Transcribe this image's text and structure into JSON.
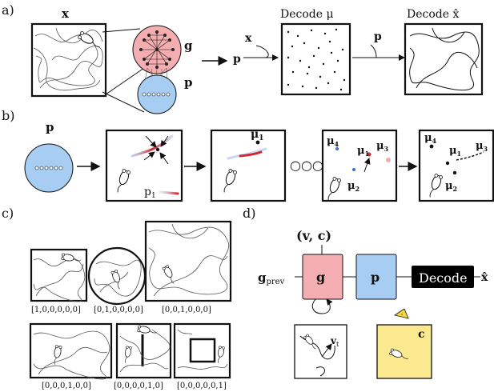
{
  "panel_labels": {
    "a": "a)",
    "b": "b)",
    "c": "c)",
    "d": "d)"
  },
  "panel_a": {
    "x_label": "x",
    "g_label": "g",
    "p_label": "p",
    "p_arrow_label": "p",
    "x_arrow_label": "x",
    "p_arrow2_label": "p",
    "decode_mu": "Decode μ",
    "decode_xhat": "Decode x̂"
  },
  "panel_b": {
    "p_label": "p",
    "p1_label": "p",
    "p1_sub": "1",
    "mu1": "μ",
    "mu1_sub": "1",
    "mu2": "μ",
    "mu2_sub": "2",
    "mu3": "μ",
    "mu3_sub": "3",
    "mu4": "μ",
    "mu4_sub": "4",
    "ellipsis": "○○○"
  },
  "panel_c": {
    "codes": [
      "[1,0,0,0,0,0]",
      "[0,1,0,0,0,0]",
      "[0,0,1,0,0,0]",
      "[0,0,0,1,0,0]",
      "[0,0,0,0,1,0]",
      "[0,0,0,0,0,1]"
    ]
  },
  "panel_d": {
    "inputs": "(v, c)",
    "g_prev": "g",
    "g_prev_sub": "prev",
    "g": "g",
    "p": "p",
    "decode": "Decode",
    "xhat": "x̂",
    "vt": "v",
    "vt_sub": "t",
    "c": "c"
  },
  "colors": {
    "g_fill": "#f4aeb1",
    "p_fill": "#a8cdf3",
    "c_fill": "#fbe98f",
    "decode_fill": "#000000",
    "trace_red": "#d3262d",
    "trace_blue": "#9fb7e8"
  }
}
